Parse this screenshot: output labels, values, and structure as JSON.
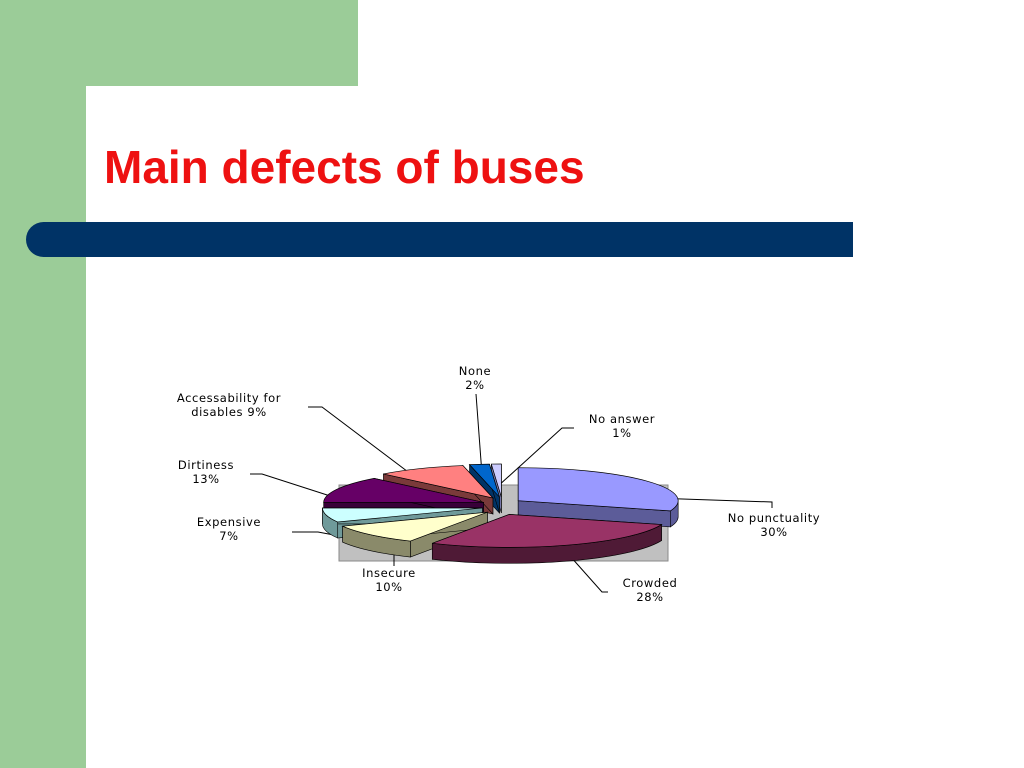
{
  "slide": {
    "title": "Main defects of buses"
  },
  "chart_data": {
    "type": "pie",
    "title": "",
    "three_d": true,
    "exploded": true,
    "slices": [
      {
        "name": "No punctuality",
        "value": 30,
        "label_lines": [
          "No punctuality",
          "30%"
        ],
        "color": "#9999ff",
        "side_color": "#5c5c99"
      },
      {
        "name": "Crowded",
        "value": 28,
        "label_lines": [
          "Crowded",
          "28%"
        ],
        "color": "#993366",
        "side_color": "#4f1a36"
      },
      {
        "name": "Insecure",
        "value": 10,
        "label_lines": [
          "Insecure",
          "10%"
        ],
        "color": "#ffffcc",
        "side_color": "#8a8a6a"
      },
      {
        "name": "Expensive",
        "value": 7,
        "label_lines": [
          "Expensive",
          "7%"
        ],
        "color": "#ccffff",
        "side_color": "#6f9a9a"
      },
      {
        "name": "Dirtiness",
        "value": 13,
        "label_lines": [
          "Dirtiness",
          "13%"
        ],
        "color": "#660066",
        "side_color": "#380038"
      },
      {
        "name": "Accessability for disables",
        "value": 9,
        "label_lines": [
          "Accessability for",
          "disables 9%"
        ],
        "color": "#ff8080",
        "side_color": "#7a3a3a"
      },
      {
        "name": "None",
        "value": 2,
        "label_lines": [
          "None",
          "2%"
        ],
        "color": "#0066cc",
        "side_color": "#003366"
      },
      {
        "name": "No answer",
        "value": 1,
        "label_lines": [
          "No answer",
          "1%"
        ],
        "color": "#ccccff",
        "side_color": "#7777aa"
      }
    ],
    "plot_background": "#c0c0c0"
  }
}
